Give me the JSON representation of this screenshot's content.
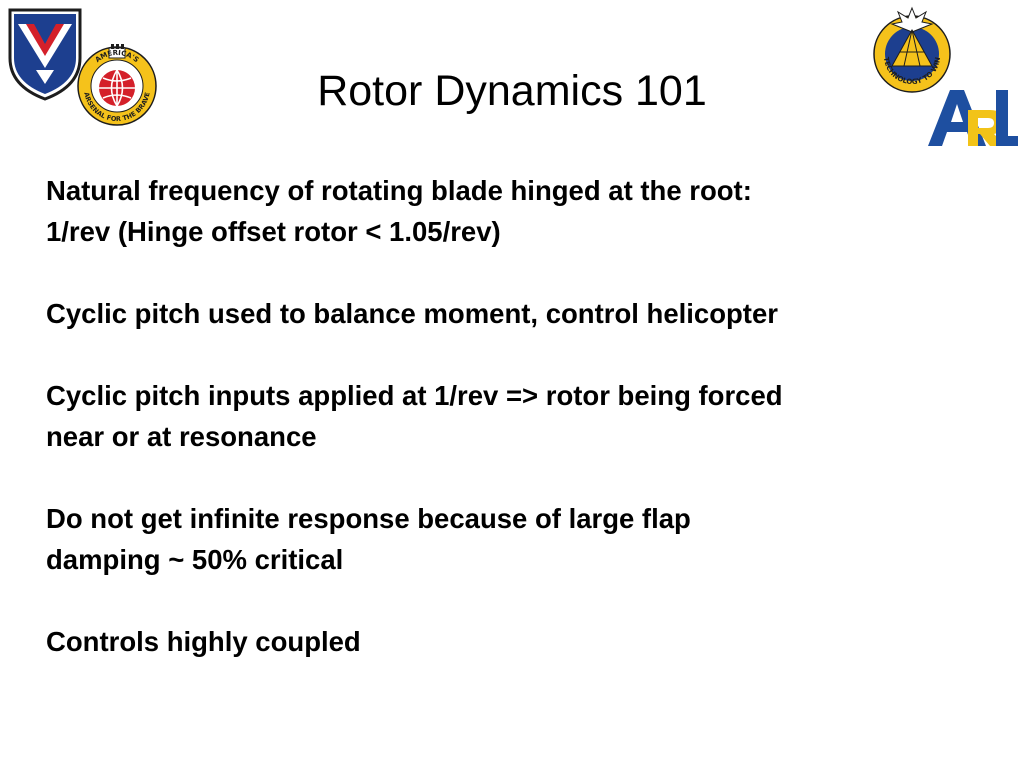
{
  "slide": {
    "title": "Rotor Dynamics 101",
    "bullets": [
      {
        "line1": "Natural frequency of rotating blade hinged at the root:",
        "line2": "1/rev (Hinge offset rotor < 1.05/rev)"
      },
      {
        "line1": "Cyclic pitch used to balance moment, control helicopter",
        "line2": ""
      },
      {
        "line1": "Cyclic pitch inputs applied at 1/rev => rotor being forced",
        "line2": "near or at resonance"
      },
      {
        "line1": "Do not get infinite response because of large flap",
        "line2": "damping ~ 50% critical"
      },
      {
        "line1": "Controls highly coupled",
        "line2": ""
      }
    ]
  },
  "logos": {
    "arsenal_seal_text": "AMERICA'S ARSENAL FOR THE BRAVE",
    "tech_seal_text": "TECHNOLOGY TO WIN",
    "arl_text": "ARL"
  },
  "colors": {
    "shield_blue": "#1d3f8f",
    "shield_red": "#d4202a",
    "gold": "#f5c21b",
    "arl_blue": "#1e4fa0",
    "arl_gold": "#f2c318"
  }
}
